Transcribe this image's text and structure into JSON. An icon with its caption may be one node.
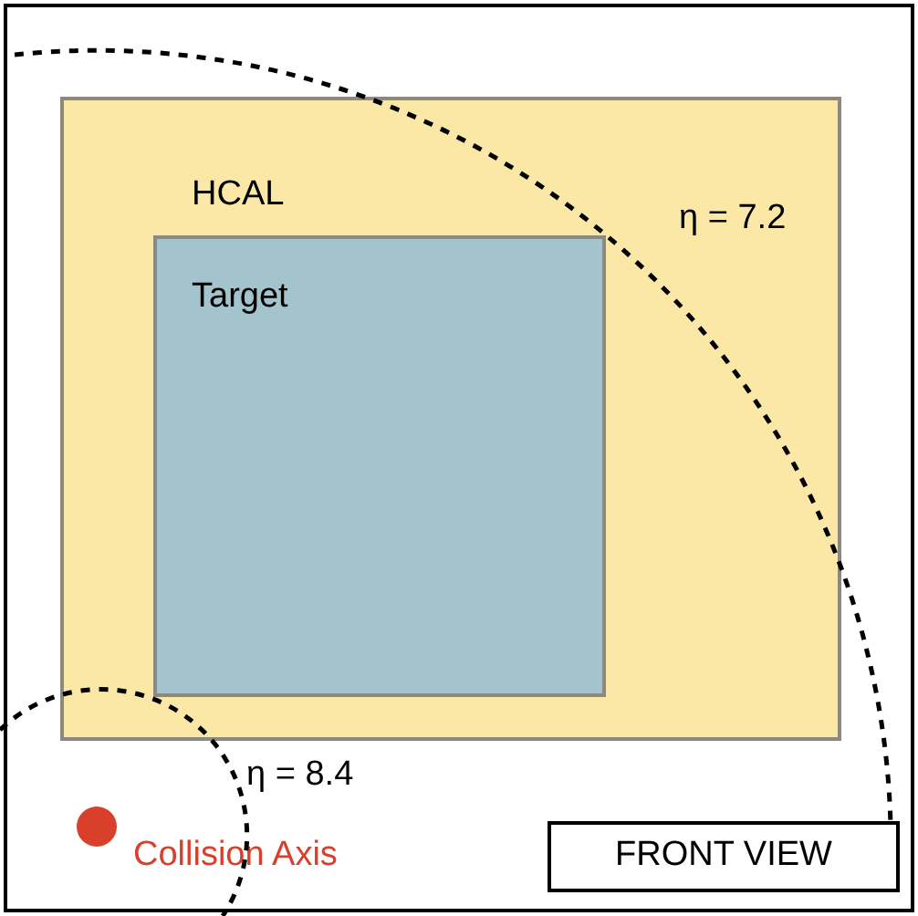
{
  "diagram": {
    "nodes": [
      {
        "text": [
          "HCAL"
        ]
      },
      {
        "text": [
          "Target"
        ],
        "in": 0
      },
      {
        "text": [],
        "shape": "circle",
        "beside": [
          "Collision Axis"
        ]
      },
      {
        "text": [
          "FRONT VIEW"
        ]
      }
    ],
    "labels": [
      "η = 7.2",
      "η = 8.4"
    ]
  }
}
